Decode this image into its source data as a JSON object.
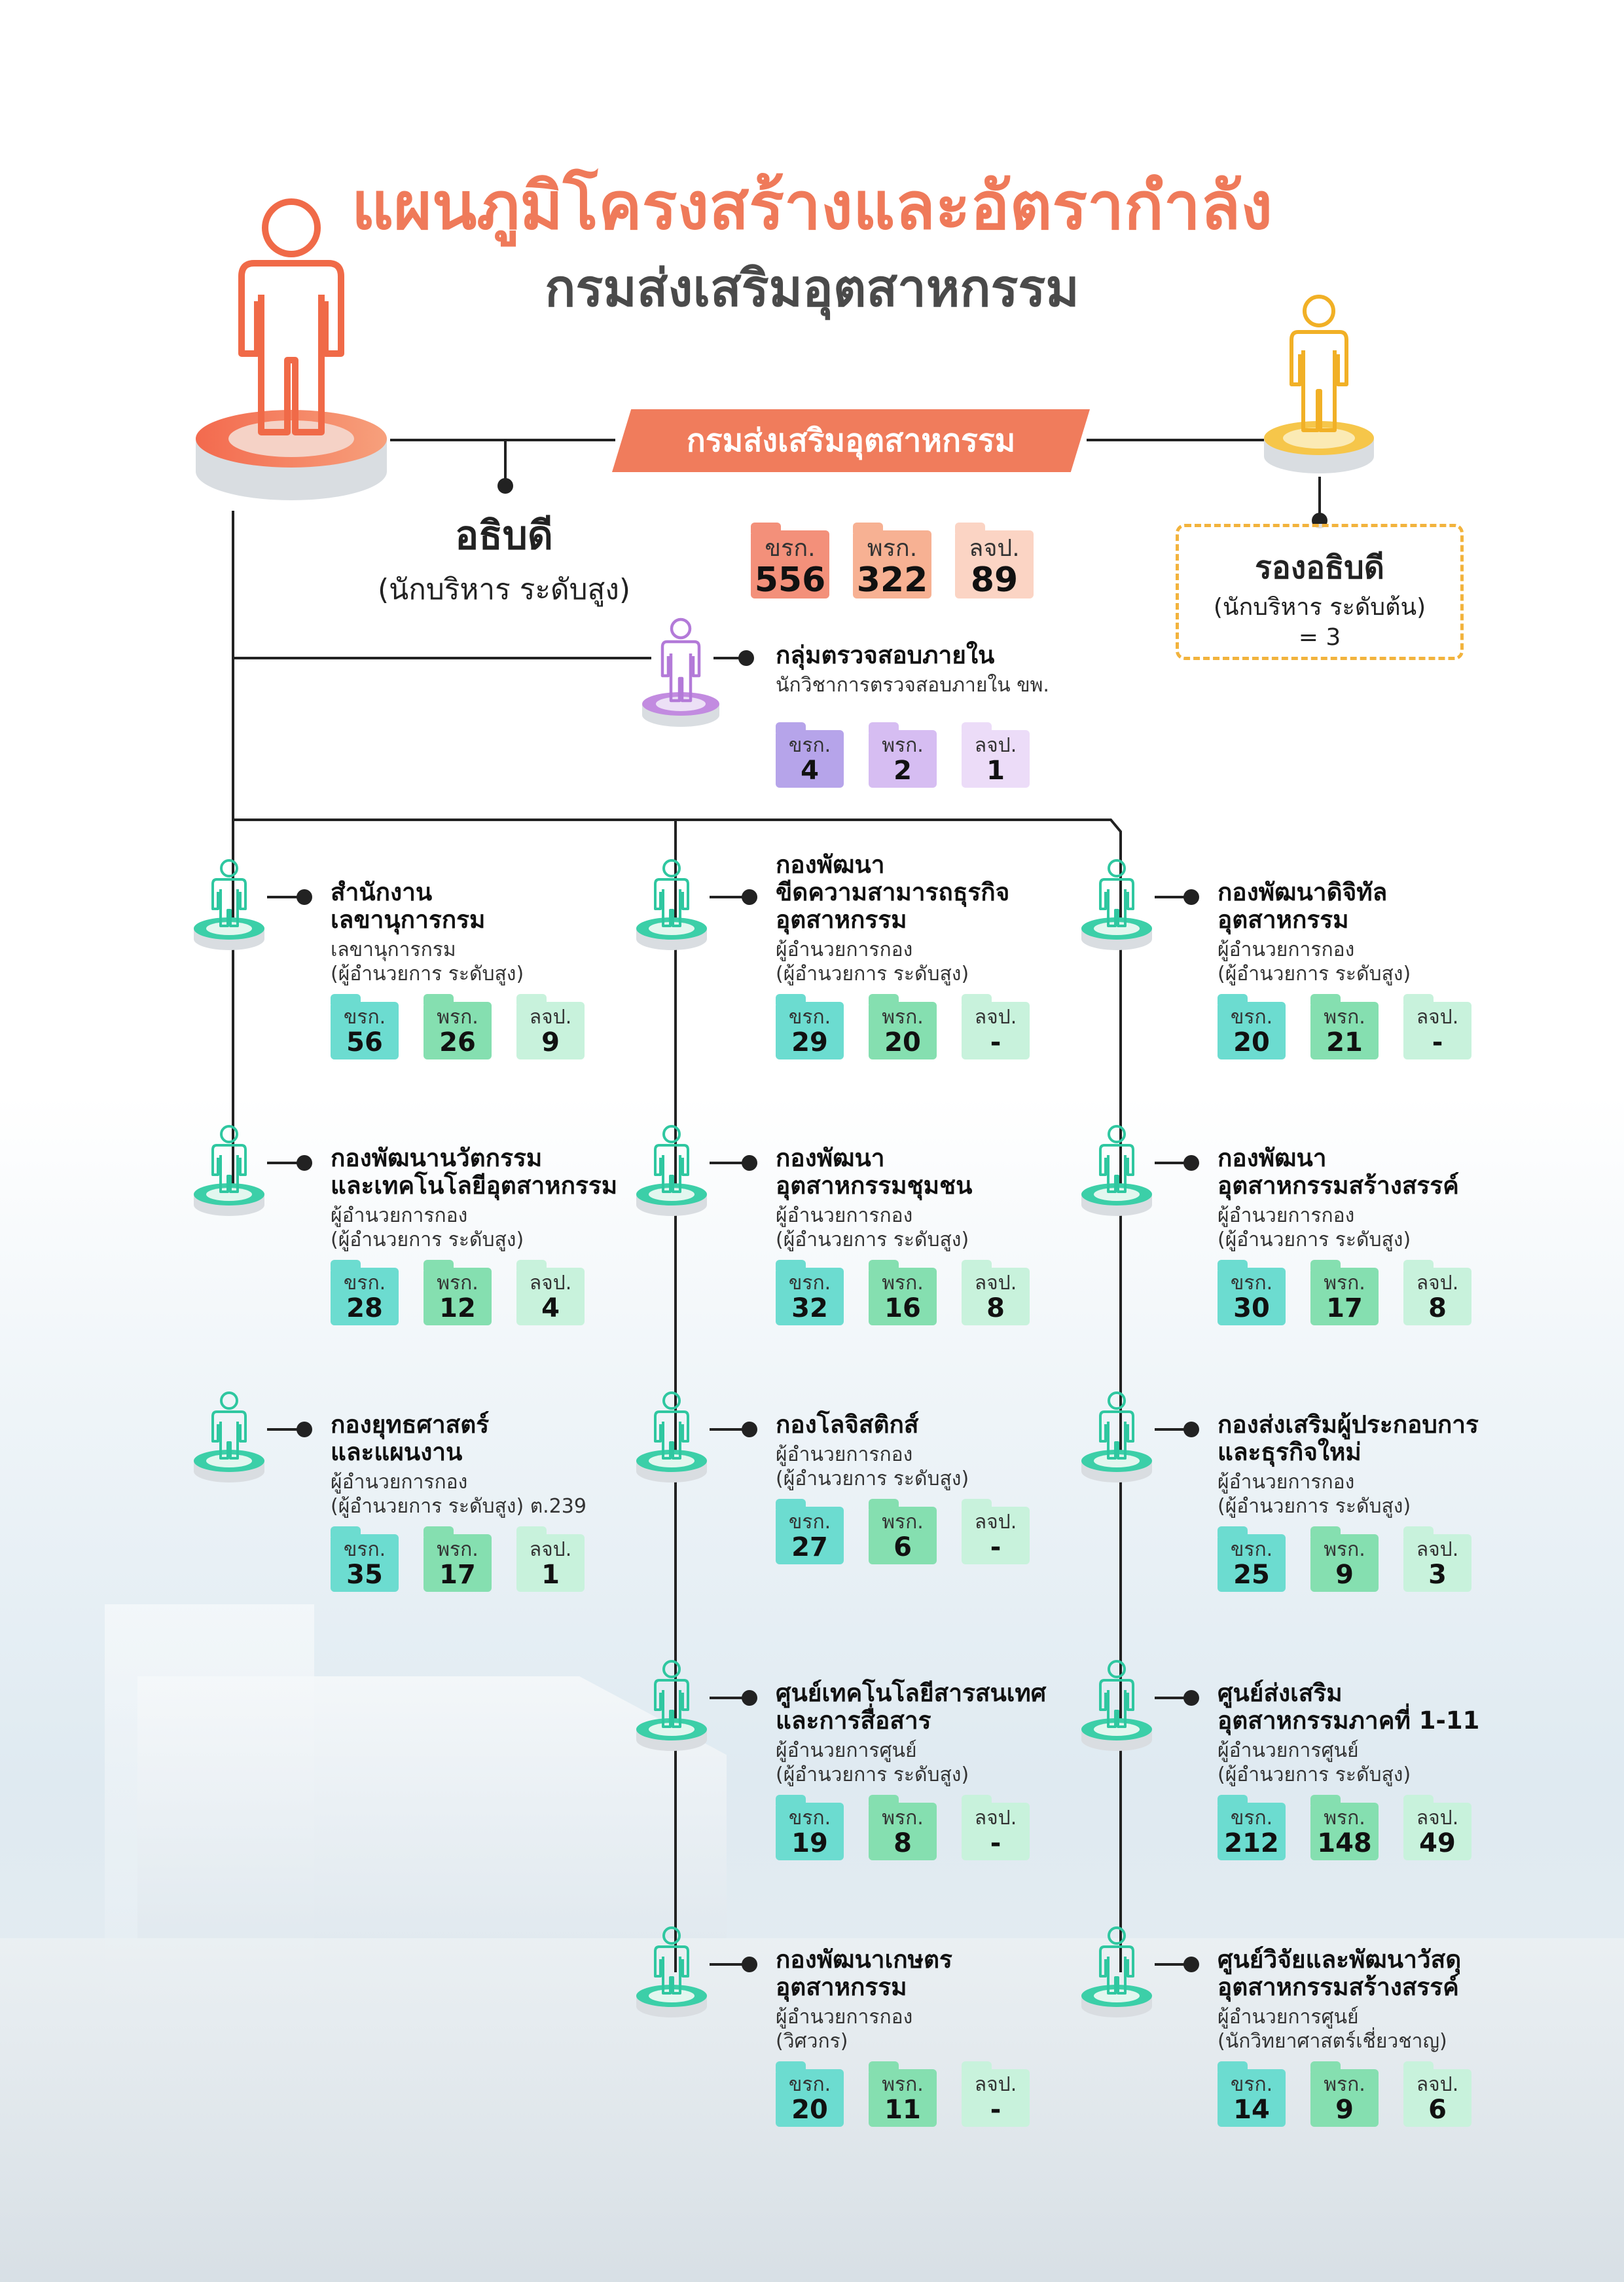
{
  "colors": {
    "accent_orange": "#f07c5c",
    "deputy_gold": "#f2b33d",
    "unit_green": "#2fc7a0",
    "audit_purple": "#b37ad8",
    "line": "#222222"
  },
  "title": {
    "main": "แผนภูมิโครงสร้างและอัตรากำลัง",
    "sub": "กรมส่งเสริมอุตสาหกรรม"
  },
  "department": {
    "name": "กรมส่งเสริมอุตสาหกรรม",
    "stats": [
      {
        "label": "ขรก.",
        "value": "556"
      },
      {
        "label": "พรก.",
        "value": "322"
      },
      {
        "label": "ลจป.",
        "value": "89"
      }
    ]
  },
  "director": {
    "title": "อธิบดี",
    "level": "(นักบริหาร ระดับสูง)",
    "icon": "person-orange-icon"
  },
  "deputy": {
    "title": "รองอธิบดี",
    "level": "(นักบริหาร ระดับต้น)",
    "count": "= 3",
    "icon": "person-gold-icon"
  },
  "audit": {
    "name": "กลุ่มตรวจสอบภายใน",
    "role": "นักวิชาการตรวจสอบภายใน ขพ.",
    "icon": "person-purple-icon",
    "stats": [
      {
        "label": "ขรก.",
        "value": "4"
      },
      {
        "label": "พรก.",
        "value": "2"
      },
      {
        "label": "ลจป.",
        "value": "1"
      }
    ]
  },
  "units": [
    {
      "name": [
        "สำนักงาน",
        "เลขานุการกรม"
      ],
      "role": [
        "เลขานุการกรม",
        "(ผู้อำนวยการ ระดับสูง)"
      ],
      "stats": [
        {
          "label": "ขรก.",
          "value": "56"
        },
        {
          "label": "พรก.",
          "value": "26"
        },
        {
          "label": "ลจป.",
          "value": "9"
        }
      ]
    },
    {
      "name": [
        "กองพัฒนานวัตกรรม",
        "และเทคโนโลยีอุตสาหกรรม"
      ],
      "role": [
        "ผู้อำนวยการกอง",
        "(ผู้อำนวยการ ระดับสูง)"
      ],
      "stats": [
        {
          "label": "ขรก.",
          "value": "28"
        },
        {
          "label": "พรก.",
          "value": "12"
        },
        {
          "label": "ลจป.",
          "value": "4"
        }
      ]
    },
    {
      "name": [
        "กองยุทธศาสตร์",
        "และแผนงาน"
      ],
      "role": [
        "ผู้อำนวยการกอง",
        "(ผู้อำนวยการ ระดับสูง) ต.239"
      ],
      "stats": [
        {
          "label": "ขรก.",
          "value": "35"
        },
        {
          "label": "พรก.",
          "value": "17"
        },
        {
          "label": "ลจป.",
          "value": "1"
        }
      ]
    },
    {
      "name": [
        "กองพัฒนา",
        "ขีดความสามารถธุรกิจ",
        "อุตสาหกรรม"
      ],
      "role": [
        "ผู้อำนวยการกอง",
        "(ผู้อำนวยการ ระดับสูง)"
      ],
      "stats": [
        {
          "label": "ขรก.",
          "value": "29"
        },
        {
          "label": "พรก.",
          "value": "20"
        },
        {
          "label": "ลจป.",
          "value": "-"
        }
      ]
    },
    {
      "name": [
        "กองพัฒนา",
        "อุตสาหกรรมชุมชน"
      ],
      "role": [
        "ผู้อำนวยการกอง",
        "(ผู้อำนวยการ ระดับสูง)"
      ],
      "stats": [
        {
          "label": "ขรก.",
          "value": "32"
        },
        {
          "label": "พรก.",
          "value": "16"
        },
        {
          "label": "ลจป.",
          "value": "8"
        }
      ]
    },
    {
      "name": [
        "กองโลจิสติกส์"
      ],
      "role": [
        "ผู้อำนวยการกอง",
        "(ผู้อำนวยการ ระดับสูง)"
      ],
      "stats": [
        {
          "label": "ขรก.",
          "value": "27"
        },
        {
          "label": "พรก.",
          "value": "6"
        },
        {
          "label": "ลจป.",
          "value": "-"
        }
      ]
    },
    {
      "name": [
        "ศูนย์เทคโนโลยีสารสนเทศ",
        "และการสื่อสาร"
      ],
      "role": [
        "ผู้อำนวยการศูนย์",
        "(ผู้อำนวยการ ระดับสูง)"
      ],
      "stats": [
        {
          "label": "ขรก.",
          "value": "19"
        },
        {
          "label": "พรก.",
          "value": "8"
        },
        {
          "label": "ลจป.",
          "value": "-"
        }
      ]
    },
    {
      "name": [
        "กองพัฒนาเกษตร",
        "อุตสาหกรรม"
      ],
      "role": [
        "ผู้อำนวยการกอง",
        "(วิศวกร)"
      ],
      "stats": [
        {
          "label": "ขรก.",
          "value": "20"
        },
        {
          "label": "พรก.",
          "value": "11"
        },
        {
          "label": "ลจป.",
          "value": "-"
        }
      ]
    },
    {
      "name": [
        "กองพัฒนาดิจิทัล",
        "อุตสาหกรรม"
      ],
      "role": [
        "ผู้อำนวยการกอง",
        "(ผู้อำนวยการ ระดับสูง)"
      ],
      "stats": [
        {
          "label": "ขรก.",
          "value": "20"
        },
        {
          "label": "พรก.",
          "value": "21"
        },
        {
          "label": "ลจป.",
          "value": "-"
        }
      ]
    },
    {
      "name": [
        "กองพัฒนา",
        "อุตสาหกรรมสร้างสรรค์"
      ],
      "role": [
        "ผู้อำนวยการกอง",
        "(ผู้อำนวยการ ระดับสูง)"
      ],
      "stats": [
        {
          "label": "ขรก.",
          "value": "30"
        },
        {
          "label": "พรก.",
          "value": "17"
        },
        {
          "label": "ลจป.",
          "value": "8"
        }
      ]
    },
    {
      "name": [
        "กองส่งเสริมผู้ประกอบการ",
        "และธุรกิจใหม่"
      ],
      "role": [
        "ผู้อำนวยการกอง",
        "(ผู้อำนวยการ ระดับสูง)"
      ],
      "stats": [
        {
          "label": "ขรก.",
          "value": "25"
        },
        {
          "label": "พรก.",
          "value": "9"
        },
        {
          "label": "ลจป.",
          "value": "3"
        }
      ]
    },
    {
      "name": [
        "ศูนย์ส่งเสริม",
        "อุตสาหกรรมภาคที่ 1-11"
      ],
      "role": [
        "ผู้อำนวยการศูนย์",
        "(ผู้อำนวยการ ระดับสูง)"
      ],
      "stats": [
        {
          "label": "ขรก.",
          "value": "212"
        },
        {
          "label": "พรก.",
          "value": "148"
        },
        {
          "label": "ลจป.",
          "value": "49"
        }
      ]
    },
    {
      "name": [
        "ศูนย์วิจัยและพัฒนาวัสดุ",
        "อุตสาหกรรมสร้างสรรค์"
      ],
      "role": [
        "ผู้อำนวยการศูนย์",
        "(นักวิทยาศาสตร์เชี่ยวชาญ)"
      ],
      "stats": [
        {
          "label": "ขรก.",
          "value": "14"
        },
        {
          "label": "พรก.",
          "value": "9"
        },
        {
          "label": "ลจป.",
          "value": "6"
        }
      ]
    }
  ]
}
